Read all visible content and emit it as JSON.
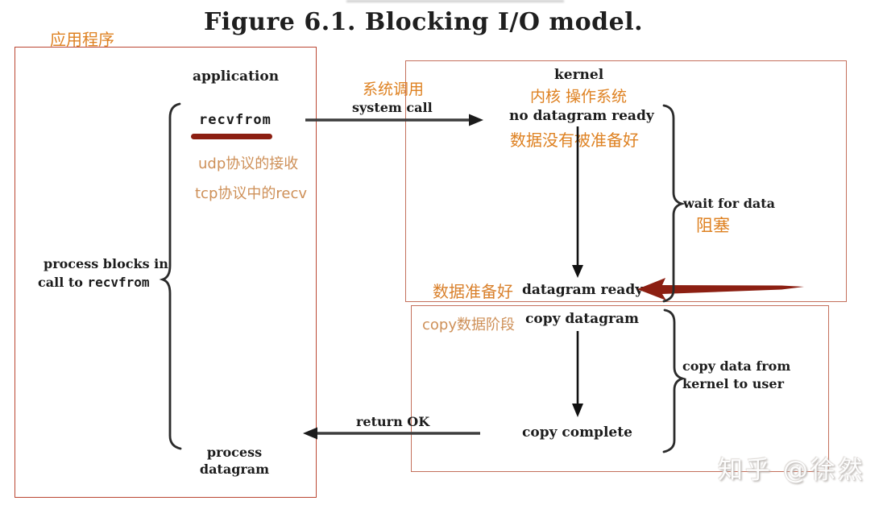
{
  "title": "Figure 6.1. Blocking I/O model.",
  "colors": {
    "annotation_orange": "#de8121",
    "annotation_tan": "#ce9058",
    "application_box_border": "#bb4733",
    "kernel_box_border": "#c4705c",
    "dark_red_arrow": "#8c1f12",
    "diagram_text": "#1c1c1c",
    "arrow_gray": "#3d3d3d"
  },
  "application": {
    "annotation": "应用程序",
    "header": "application",
    "call_label": "recvfrom",
    "note_udp": "udp协议的接收",
    "note_tcp": "tcp协议中的recv",
    "blocks_note_line1": "process blocks in",
    "blocks_note_prefix": "call to ",
    "blocks_note_code": "recvfrom",
    "end_state_line1": "process",
    "end_state_line2": "datagram"
  },
  "syscall": {
    "annotation": "系统调用",
    "label": "system call"
  },
  "kernel": {
    "header": "kernel",
    "annotation": "内核 操作系统",
    "state_waiting": "no datagram ready",
    "state_waiting_annotation": "数据没有被准备好",
    "state_ready": "datagram ready",
    "state_ready_annotation": "数据准备好",
    "wait_label": "wait for data",
    "wait_annotation": "阻塞"
  },
  "copy_phase": {
    "annotation": "copy数据阶段",
    "state_start": "copy datagram",
    "state_done": "copy complete",
    "brace_line1": "copy data from",
    "brace_line2": "kernel to user"
  },
  "return_arrow_label": "return OK",
  "watermark": "知乎 @徐然"
}
